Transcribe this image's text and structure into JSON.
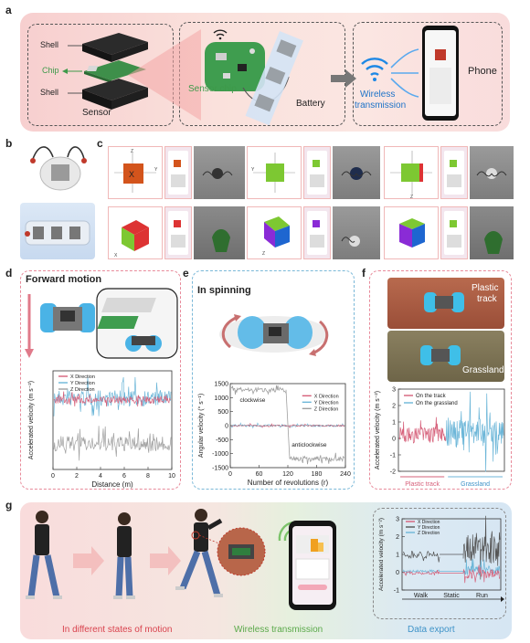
{
  "panels": {
    "a": {
      "label": "a",
      "shell_top": "Shell",
      "chip": "Chip",
      "shell_bottom": "Shell",
      "sensor": "Sensor",
      "sensor_chip": "Sensor chip",
      "battery": "Battery",
      "wireless": "Wireless",
      "transmission": "transmission",
      "phone": "Phone"
    },
    "b": {
      "label": "b"
    },
    "c": {
      "label": "c",
      "axis_labels": [
        "Z",
        "Y",
        "Z",
        "Y",
        "X",
        "Z"
      ],
      "cube_x_label": "X"
    },
    "d": {
      "label": "d",
      "title": "Forward motion"
    },
    "e": {
      "label": "e",
      "title": "In spinning"
    },
    "f": {
      "label": "f",
      "plastic_track_1": "Plastic",
      "plastic_track_2": "track",
      "grassland": "Grassland",
      "region_plastic": "Plastic track",
      "region_grass": "Grassland"
    },
    "g": {
      "label": "g",
      "states": "In different states of motion",
      "wireless": "Wireless transmission",
      "export": "Data export"
    }
  },
  "chart_data": [
    {
      "id": "d",
      "type": "line",
      "xlabel": "Distance (m)",
      "ylabel": "Accelerated velocity (m s⁻²)",
      "xlim": [
        0,
        10
      ],
      "xticks": [
        0,
        2,
        4,
        6,
        8,
        10
      ],
      "series": [
        {
          "name": "X Direction",
          "color": "#d6607a"
        },
        {
          "name": "Y Direction",
          "color": "#6cb6d8"
        },
        {
          "name": "Z Direction",
          "color": "#a0a0a0"
        }
      ]
    },
    {
      "id": "e",
      "type": "line",
      "xlabel": "Number of revolutions (r)",
      "ylabel": "Angular velocity (° s⁻¹)",
      "xlim": [
        0,
        240
      ],
      "ylim": [
        -1500,
        1500
      ],
      "xticks": [
        0,
        60,
        120,
        180,
        240
      ],
      "yticks": [
        1500,
        1000,
        500,
        0,
        -500,
        -1000,
        -1500
      ],
      "annotations": [
        "clockwise",
        "anticlockwise"
      ],
      "series": [
        {
          "name": "X Direction",
          "color": "#d6607a"
        },
        {
          "name": "Y Direction",
          "color": "#6cb6d8"
        },
        {
          "name": "Z Direction",
          "color": "#a0a0a0",
          "segments": [
            {
              "x": [
                0,
                120
              ],
              "y": 1280
            },
            {
              "x": [
                120,
                240
              ],
              "y": -1180
            }
          ]
        }
      ]
    },
    {
      "id": "f",
      "type": "line",
      "ylabel": "Accelerated velocity (m s⁻²)",
      "ylim": [
        -2,
        3
      ],
      "yticks": [
        3,
        2,
        1,
        0,
        -1,
        -2
      ],
      "series": [
        {
          "name": "On the track",
          "color": "#d6607a"
        },
        {
          "name": "On the grassland",
          "color": "#6cb6d8"
        }
      ]
    },
    {
      "id": "g",
      "type": "line",
      "ylabel": "Accelerated velocity (m s⁻²)",
      "ylim": [
        -1,
        3
      ],
      "yticks": [
        3,
        2,
        1,
        0,
        -1
      ],
      "xcategories": [
        "Walk",
        "Static",
        "Run"
      ],
      "series": [
        {
          "name": "X Direction",
          "color": "#d6607a"
        },
        {
          "name": "Y Direction",
          "color": "#555555"
        },
        {
          "name": "Z Direction",
          "color": "#6cb6d8"
        }
      ]
    }
  ]
}
